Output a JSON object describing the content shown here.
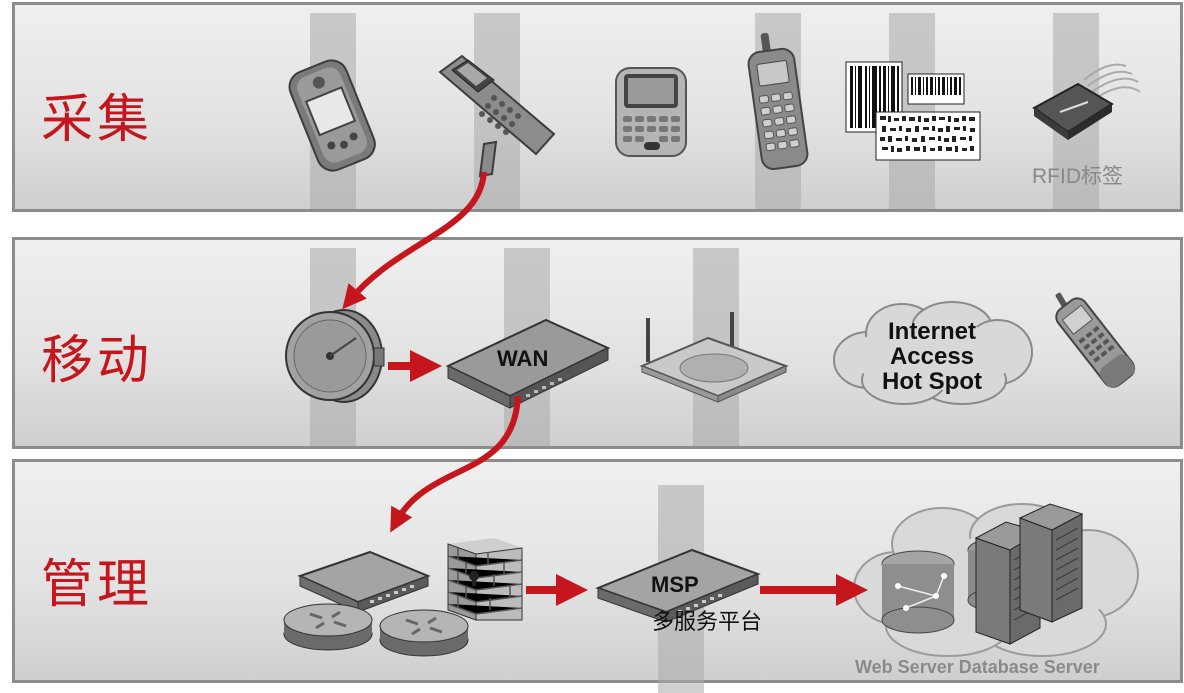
{
  "rows": [
    {
      "label": "采集"
    },
    {
      "label": "移动"
    },
    {
      "label": "管理"
    }
  ],
  "capture": {
    "rfid_caption": "RFID标签"
  },
  "mobile": {
    "wan_label": "WAN",
    "hotspot_lines": [
      "Internet",
      "Access",
      "Hot Spot"
    ]
  },
  "manage": {
    "msp_title": "MSP",
    "msp_subtitle": "多服务平台",
    "server_caption": "Web Server Database Server"
  },
  "colors": {
    "accent_red": "#c4161c",
    "panel_border": "#8c8c8c"
  }
}
